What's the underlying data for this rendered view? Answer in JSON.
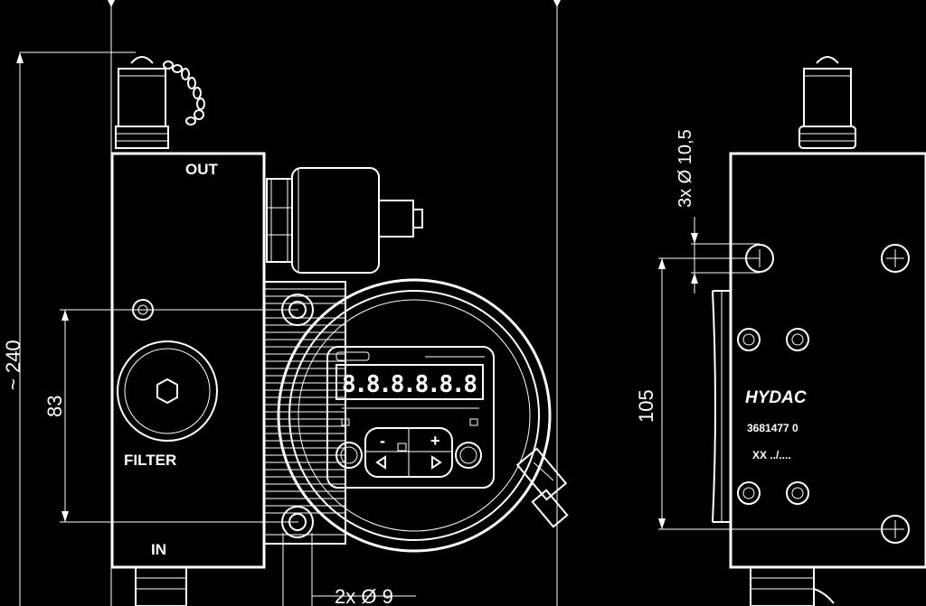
{
  "dimensions": {
    "overall_height": "~ 240",
    "port_center_distance": "83",
    "side_hole_distance": "105",
    "side_holes": "3x Ø 10,5",
    "front_holes": "2x Ø 9"
  },
  "ports": {
    "outlet": "OUT",
    "inlet": "IN",
    "filter": "FILTER"
  },
  "nameplate": {
    "brand": "HYDAC",
    "part_number": "3681477  0",
    "code": "XX   ../...."
  },
  "display": {
    "digits": "8.8.8.8.8.8",
    "minus": "-",
    "plus": "+"
  },
  "icons": {
    "left": "triangle-left-icon",
    "right": "triangle-right-icon"
  }
}
